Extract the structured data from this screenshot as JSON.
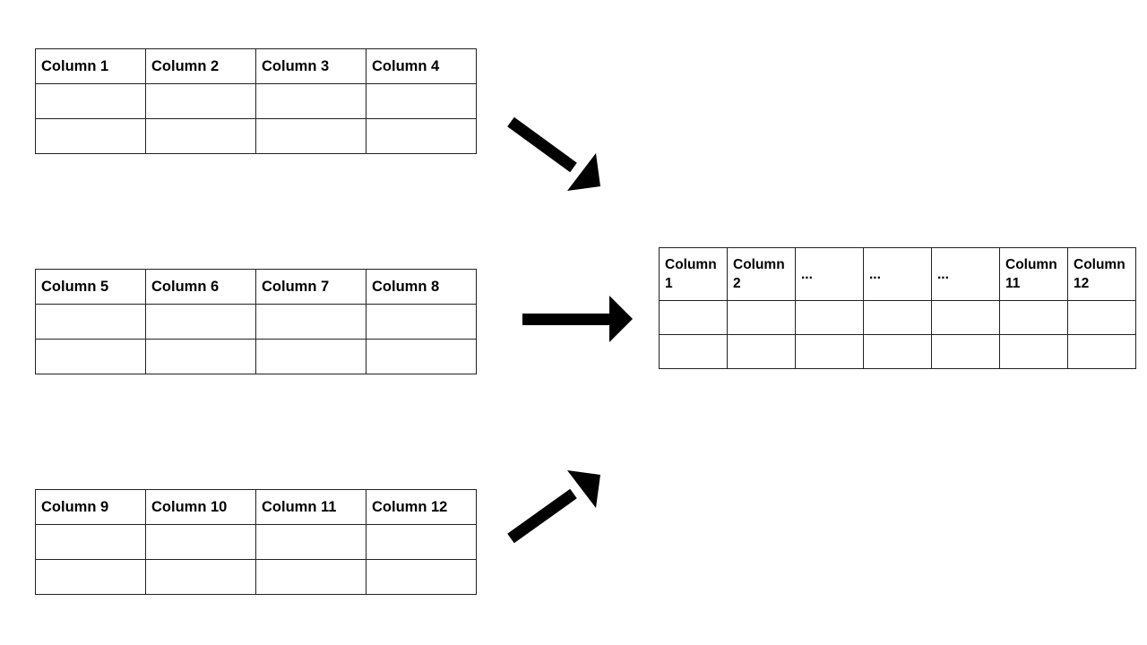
{
  "input_tables": [
    {
      "headers": [
        "Column 1",
        "Column 2",
        "Column 3",
        "Column 4"
      ]
    },
    {
      "headers": [
        "Column 5",
        "Column 6",
        "Column 7",
        "Column 8"
      ]
    },
    {
      "headers": [
        "Column 9",
        "Column 10",
        "Column 11",
        "Column 12"
      ]
    }
  ],
  "merged_table": {
    "headers": [
      "Column 1",
      "Column 2",
      "...",
      "...",
      "...",
      "Column 11",
      "Column 12"
    ]
  },
  "colors": {
    "line": "#000000",
    "border": "#222222",
    "background": "#ffffff"
  }
}
